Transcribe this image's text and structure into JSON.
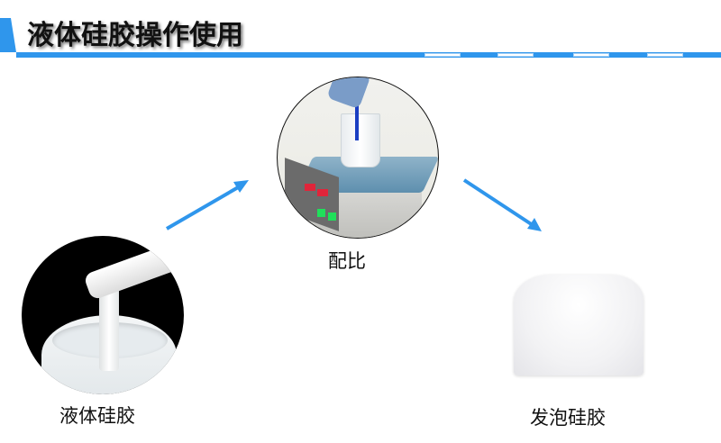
{
  "header": {
    "title": "液体硅胶操作使用",
    "accent_color": "#2f96ec"
  },
  "steps": [
    {
      "label": "液体硅胶",
      "image": "liquid-silicone-pouring"
    },
    {
      "label": "配比",
      "image": "weighing-scale-mixing"
    },
    {
      "label": "发泡硅胶",
      "image": "foam-silicone-block"
    }
  ],
  "arrows": [
    {
      "from": "液体硅胶",
      "to": "配比",
      "color": "#2f96ec"
    },
    {
      "from": "配比",
      "to": "发泡硅胶",
      "color": "#2f96ec"
    }
  ]
}
